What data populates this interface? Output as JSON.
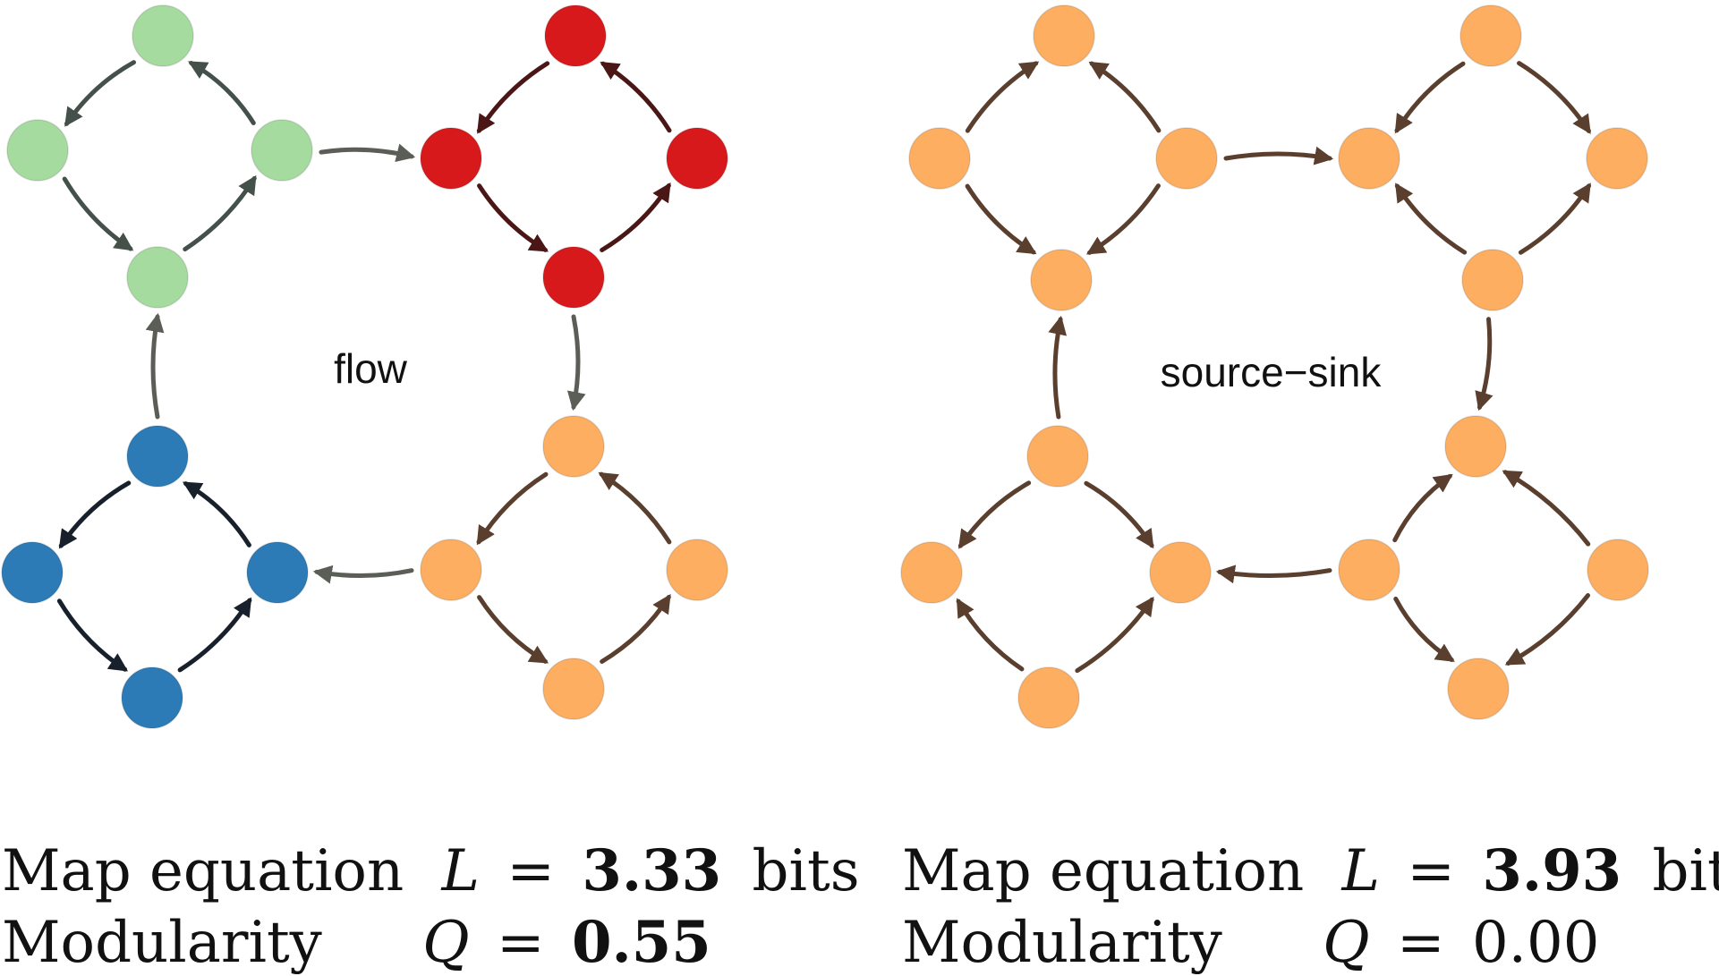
{
  "panels": [
    {
      "id": "flow",
      "label": "flow",
      "edge_colors": {
        "green": "#44504a",
        "red": "#4a1616",
        "blue": "#17202b",
        "orange": "#5a3e2e",
        "between": "#5b5e56"
      },
      "node_colors": {
        "green": "#a6dba0",
        "red": "#d7191c",
        "blue": "#2c7bb6",
        "orange": "#fdae61"
      },
      "caption": {
        "map_label": "Map equation",
        "map_var": "L",
        "map_value": "3.33",
        "map_unit": "bits",
        "mod_label": "Modularity",
        "mod_var": "Q",
        "mod_value": "0.55"
      }
    },
    {
      "id": "source-sink",
      "label": "source−sink",
      "node_colors": {
        "all": "#fdae61"
      },
      "edge_colors": {
        "all": "#5a3e2e"
      },
      "caption": {
        "map_label": "Map equation",
        "map_var": "L",
        "map_value": "3.93",
        "map_unit": "bits",
        "mod_label": "Modularity",
        "mod_var": "Q",
        "mod_value": "0.00"
      }
    }
  ]
}
